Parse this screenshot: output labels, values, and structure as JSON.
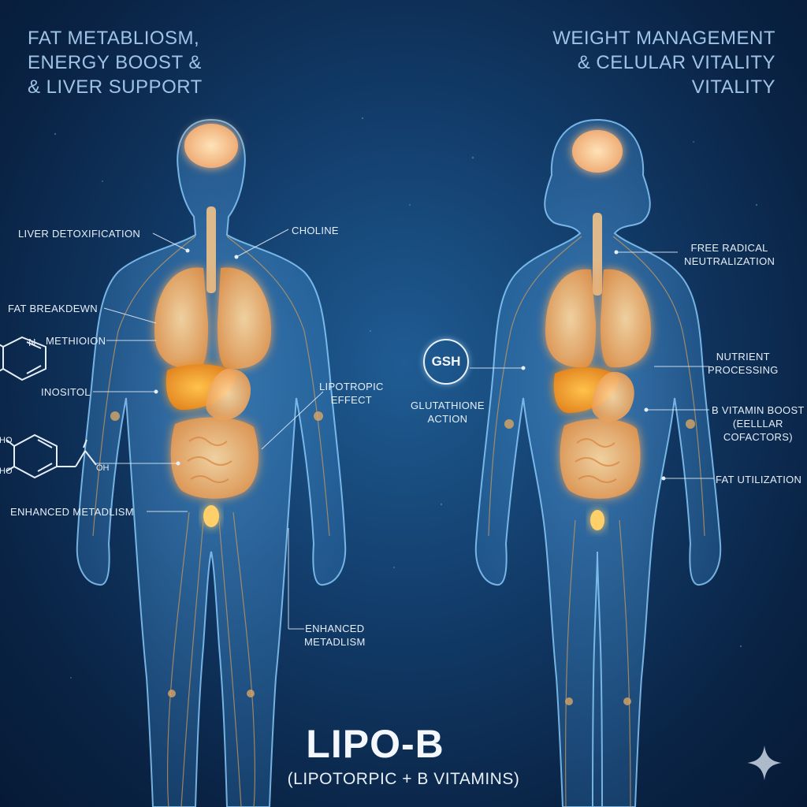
{
  "header_left": [
    "FAT METABLIOSM,",
    "ENERGY BOOST &",
    "& LIVER SUPPORT"
  ],
  "header_right": [
    "WEIGHT MANAGEMENT",
    "& CELULAR VITALITY",
    "VITALITY"
  ],
  "labels": {
    "liver_detox": "LIVER DETOXIFICATION",
    "choline": "CHOLINE",
    "fat_breakdown": "FAT BREAKDEWN",
    "methioion": "METHIOION",
    "inositol": "INOSITOL",
    "lipotropic_1": "LIPOTROPIC",
    "lipotropic_2": "EFFECT",
    "enhanced_metab_left": "ENHANCED METADLISM",
    "enhanced_metab_center_1": "ENHANCED",
    "enhanced_metab_center_2": "METADLISM",
    "free_radical_1": "FREE RADICAL",
    "free_radical_2": "NEUTRALIZATION",
    "gsh": "GSH",
    "glutathione_1": "GLUTATHIONE",
    "glutathione_2": "ACTION",
    "nutrient_1": "NUTRIENT",
    "nutrient_2": "PROCESSING",
    "b_vitamin_1": "B VITAMIN BOOST",
    "b_vitamin_2": "(EELLLAR",
    "b_vitamin_3": "COFACTORS)",
    "fat_utilization": "FAT UTILIZATION"
  },
  "chem": {
    "n": "N",
    "ho1": "HO",
    "ho2": "HO",
    "oh": "OH"
  },
  "title": "LIPO-B",
  "subtitle": "(LIPOTORPIC + B VITAMINS)",
  "colors": {
    "background": "#0d2d55",
    "body": "#6fb4ec",
    "organ": "#f3b673",
    "liver": "#f0a02c",
    "nerve": "#c99a5a"
  }
}
